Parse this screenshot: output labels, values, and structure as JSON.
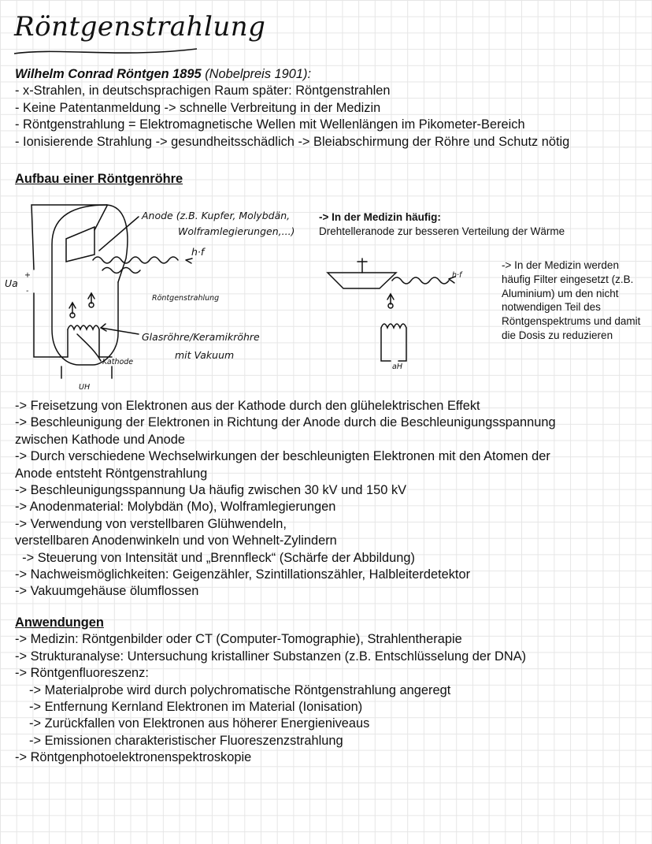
{
  "title": "Röntgenstrahlung",
  "intro": {
    "heading_bold": "Wilhelm Conrad Röntgen 1895",
    "heading_italic": "(Nobelpreis 1901):",
    "lines": [
      "- x-Strahlen, in deutschsprachigen Raum später: Röntgenstrahlen",
      "- Keine Patentanmeldung -> schnelle Verbreitung in der Medizin",
      "- Röntgenstrahlung = Elektromagnetische Wellen mit Wellenlängen im Pikometer-Bereich",
      "- Ionisierende Strahlung -> gesundheitsschädlich -> Bleiabschirmung der Röhre und Schutz nötig"
    ]
  },
  "aufbau": {
    "heading": "Aufbau einer Röntgenröhre",
    "diagram_labels": {
      "anode_line1": "Anode (z.B. Kupfer, Molybdän,",
      "anode_line2": "Wolframlegierungen,...)",
      "hf_main": "h·f",
      "roentgenstrahlung": "Röntgenstrahlung",
      "glasroehre_line1": "Glasröhre/Keramikröhre",
      "glasroehre_line2": "mit Vakuum",
      "kathode": "Kathode",
      "ua_label": "Ua",
      "plus": "+",
      "minus": "-",
      "uh_label": "UH",
      "hf_rotating": "h·f",
      "uh_rotating": "aH"
    },
    "medizin_heading": "-> In der Medizin häufig:",
    "medizin_text": "Drehtelleranode zur besseren Verteilung der Wärme",
    "filter_note": "-> In der Medizin werden häufig Filter eingesetzt (z.B. Aluminium) um den nicht notwendigen Teil des Röntgenspektrums und damit die Dosis zu reduzieren"
  },
  "process": {
    "lines": [
      "-> Freisetzung von Elektronen aus der Kathode durch den glühelektrischen Effekt",
      "-> Beschleunigung der Elektronen in Richtung der Anode durch die Beschleunigungsspannung",
      "zwischen Kathode und Anode",
      "-> Durch verschiedene Wechselwirkungen der beschleunigten Elektronen mit den Atomen der",
      "Anode entsteht Röntgenstrahlung",
      "-> Beschleunigungsspannung Ua häufig zwischen 30 kV und 150 kV",
      "-> Anodenmaterial: Molybdän (Mo), Wolframlegierungen",
      "-> Verwendung von verstellbaren Glühwendeln,",
      "verstellbaren Anodenwinkeln und von Wehnelt-Zylindern",
      "  -> Steuerung von Intensität und „Brennfleck“ (Schärfe der Abbildung)",
      "-> Nachweismöglichkeiten: Geigenzähler, Szintillationszähler, Halbleiterdetektor",
      "-> Vakuumgehäuse ölumflossen"
    ]
  },
  "anwendungen": {
    "heading": "Anwendungen",
    "lines": [
      "-> Medizin: Röntgenbilder oder CT (Computer-Tomographie), Strahlentherapie",
      "-> Strukturanalyse: Untersuchung kristalliner Substanzen (z.B. Entschlüsselung der DNA)",
      "-> Röntgenfluoreszenz:"
    ],
    "sub_lines": [
      "-> Materialprobe wird durch polychromatische Röntgenstrahlung angeregt",
      "-> Entfernung Kernland Elektronen im Material (Ionisation)",
      "-> Zurückfallen von Elektronen aus höherer Energieniveaus",
      "-> Emissionen charakteristischer Fluoreszenzstrahlung"
    ],
    "last_line": "-> Röntgenphotoelektronenspektroskopie"
  }
}
